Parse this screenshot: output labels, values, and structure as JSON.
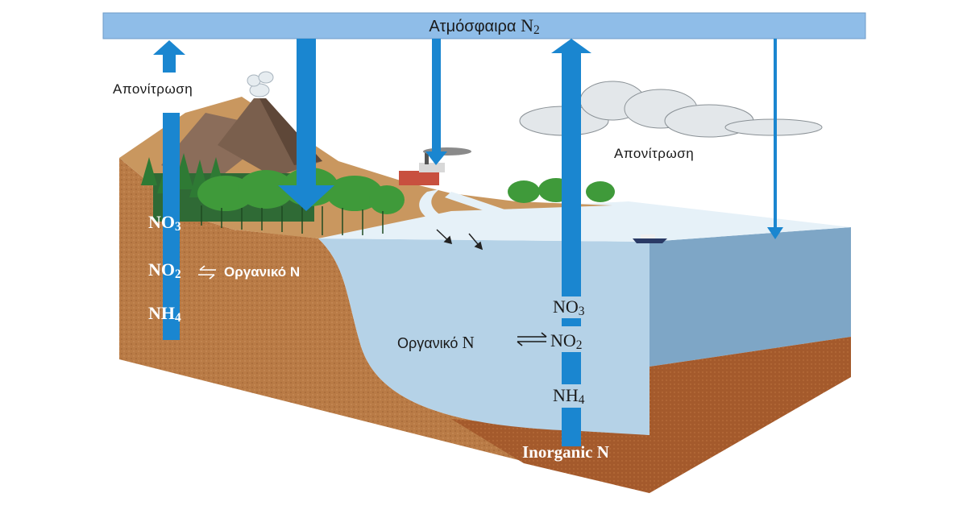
{
  "atmosphere": {
    "label": "Ατμόσφαιρα",
    "n2": "N",
    "n2_sub": "2"
  },
  "land": {
    "denitrification": "Απονίτρωση",
    "no3": "NO",
    "no3_sub": "3",
    "no2": "NO",
    "no2_sub": "2",
    "organic_n": "Οργανικό N",
    "nh4": "NH",
    "nh4_sub": "4"
  },
  "ocean": {
    "denitrification": "Απονίτρωση",
    "no3": "NO",
    "no3_sub": "3",
    "organic_n": "Οργανικό",
    "organic_n_letter": "N",
    "no2": "NO",
    "no2_sub": "2",
    "nh4": "NH",
    "nh4_sub": "4",
    "inorganic_n": "Inorganic N"
  },
  "colors": {
    "atmosphere_band": "#8fbde8",
    "arrow_blue": "#1a86d0",
    "soil": "#b87a45",
    "water": "#b7d3e6",
    "water_side": "#7fa6c4",
    "sediment": "#a55a2e"
  }
}
